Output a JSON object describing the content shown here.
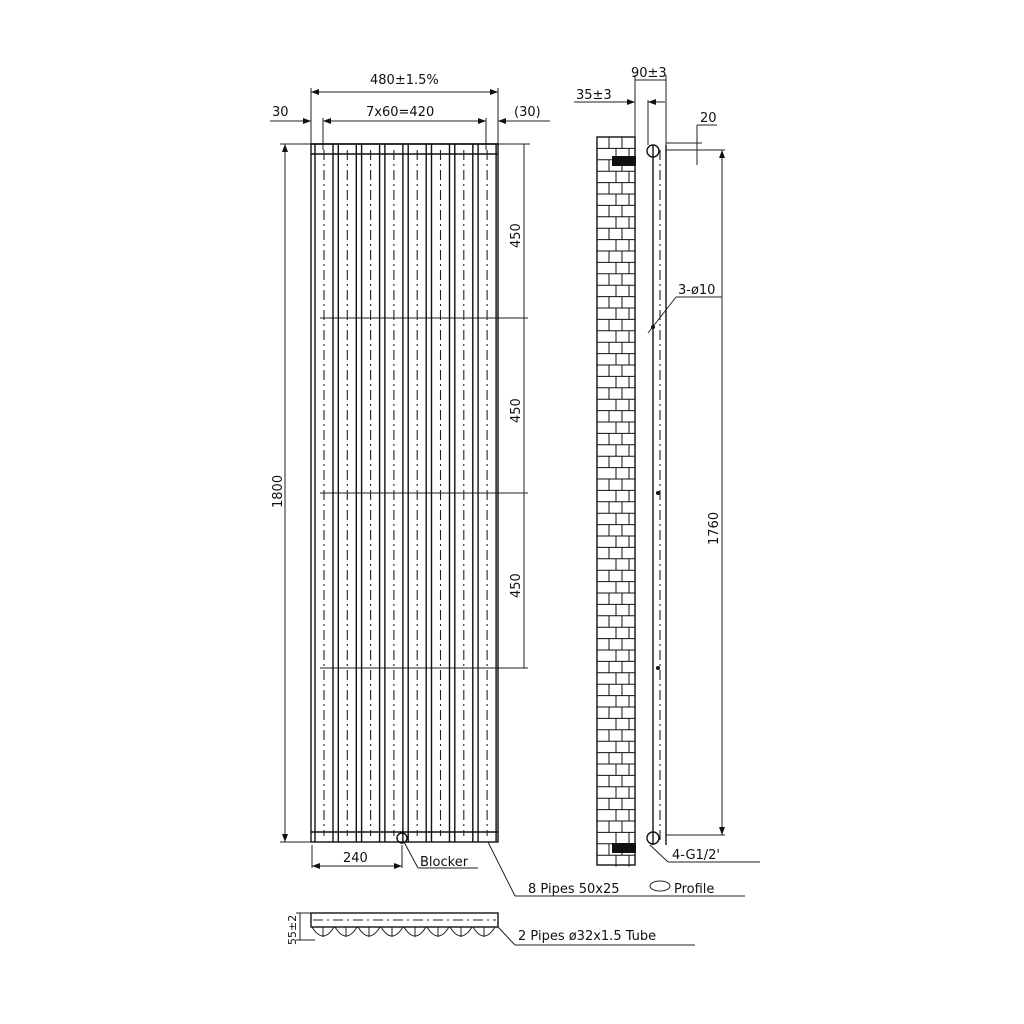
{
  "front_view": {
    "overall_width": "480±1.5%",
    "pipe_spacing": "7x60=420",
    "left_offset": "30",
    "right_offset": "(30)",
    "overall_height": "1800",
    "segment_heights": [
      "450",
      "450",
      "450"
    ],
    "inlet_offset": "240",
    "blocker_label": "Blocker",
    "pipes_label": "8 Pipes  50x25",
    "profile_label": "Profile"
  },
  "side_view": {
    "depth": "90±3",
    "wall_gap": "35±3",
    "top_offset": "20",
    "fixings_label": "3-ø10",
    "center_height": "1760",
    "connections_label": "4-G1/2'"
  },
  "bottom_view": {
    "depth_label": "55±2",
    "header_label": "2 Pipes  ø32x1.5  Tube"
  }
}
